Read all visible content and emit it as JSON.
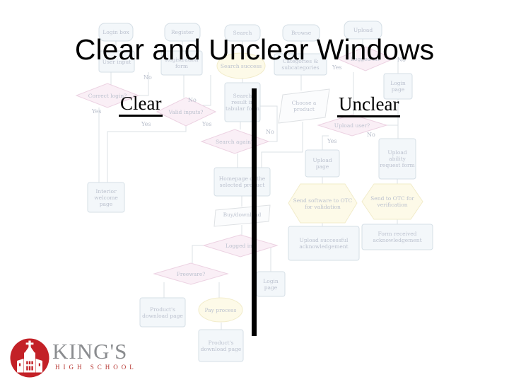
{
  "slide": {
    "title": "Clear and Unclear Windows",
    "left_label": "Clear",
    "right_label": "Unclear"
  },
  "flowchart": {
    "nodes": {
      "login_box": "Login box",
      "register": "Register",
      "search": "Search",
      "browse": "Browse",
      "upload": "Upload",
      "user_input": "User input",
      "registration_form": "Registration form",
      "search_success": "Search success",
      "categories": "Categories & subcategories",
      "logged_in_top": "Logged in?",
      "login_page_top": "Login page",
      "correct_login": "Correct login?",
      "valid_inputs": "Valid inputs?",
      "search_result": "Search result in tabular form",
      "choose_product": "Choose a product",
      "upload_user": "Upload user?",
      "interior_welcome": "Interior welcome page",
      "search_again": "Search again?",
      "upload_page": "Upload page",
      "upload_ability": "Upload ability request form",
      "homepage_selected": "Homepage of the selected product",
      "buy_download": "Buy/download",
      "send_software": "Send software to OTC for validation",
      "send_otc": "Send to OTC for verification",
      "logged_in_mid": "Logged in?",
      "upload_successful": "Upload successful acknowledgement",
      "form_received": "Form received acknowledgement",
      "freeware": "Freeware?",
      "login_page_bottom": "Login page",
      "product_download_left": "Product's download page",
      "pay_process": "Pay process",
      "product_download_bottom": "Product's download page",
      "yes": "Yes",
      "no": "No"
    }
  },
  "logo": {
    "name": "KING'S",
    "subtitle": "HIGH SCHOOL"
  },
  "colors": {
    "title_text": "#000000",
    "divider": "#000000",
    "logo_red": "#c32127",
    "logo_gray": "#8a8c8f",
    "flow_box_stroke": "#d5dfe6",
    "flow_diamond_stroke": "#ecd2e2",
    "flow_yellow_fill": "#fdfae8"
  }
}
